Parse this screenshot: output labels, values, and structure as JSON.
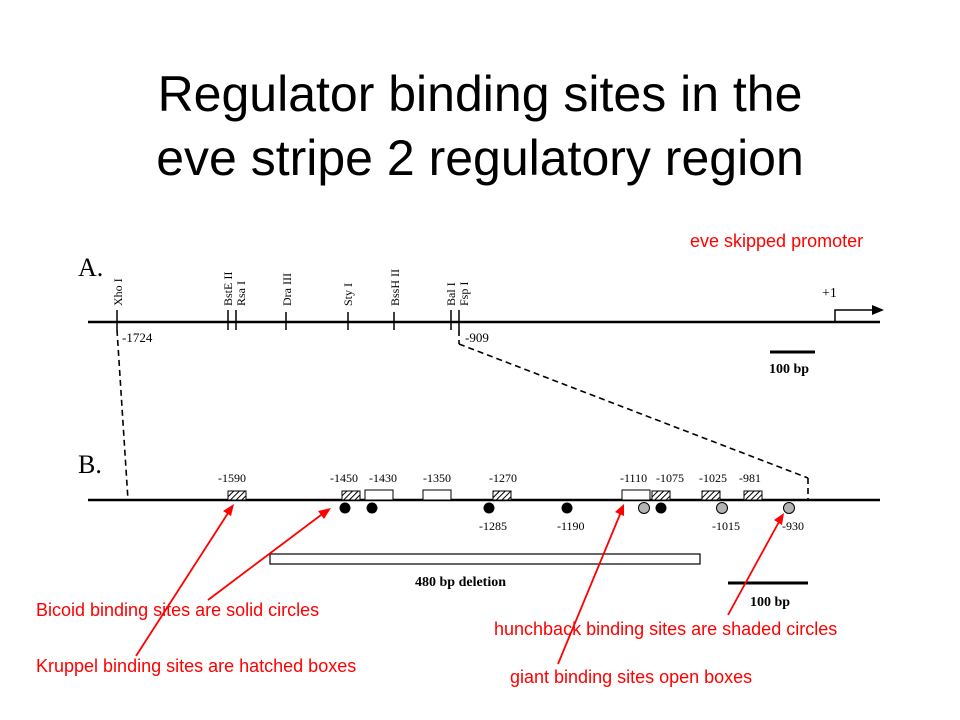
{
  "title": {
    "line1": "Regulator binding sites in the",
    "line2": "eve stripe 2 regulatory region"
  },
  "panel_a": {
    "label": "A.",
    "sites": [
      "Xho I",
      "BstE II",
      "Rsa I",
      "Dra III",
      "Sty I",
      "BssH II",
      "Bal I",
      "Fsp I"
    ],
    "pos_left": "-1724",
    "pos_right": "-909",
    "start": "+1",
    "scale": "100 bp"
  },
  "panel_b": {
    "label": "B.",
    "top_positions": [
      "-1590",
      "-1450",
      "-1430",
      "-1350",
      "-1270",
      "-1110",
      "-1075",
      "-1025",
      "-981"
    ],
    "bottom_positions": [
      "-1285",
      "-1190",
      "-1015",
      "-930"
    ],
    "deletion": "480 bp deletion",
    "scale": "100 bp"
  },
  "annotations": {
    "promoter": "eve skipped promoter",
    "bicoid": "Bicoid binding sites are solid circles",
    "kruppel": "Kruppel binding sites are hatched boxes",
    "hunchback": "hunchback binding sites are shaded circles",
    "giant": "giant binding sites open boxes"
  },
  "colors": {
    "annotation": "#ff0000",
    "line": "#000000",
    "shaded_circle": "#b3b3b3"
  }
}
